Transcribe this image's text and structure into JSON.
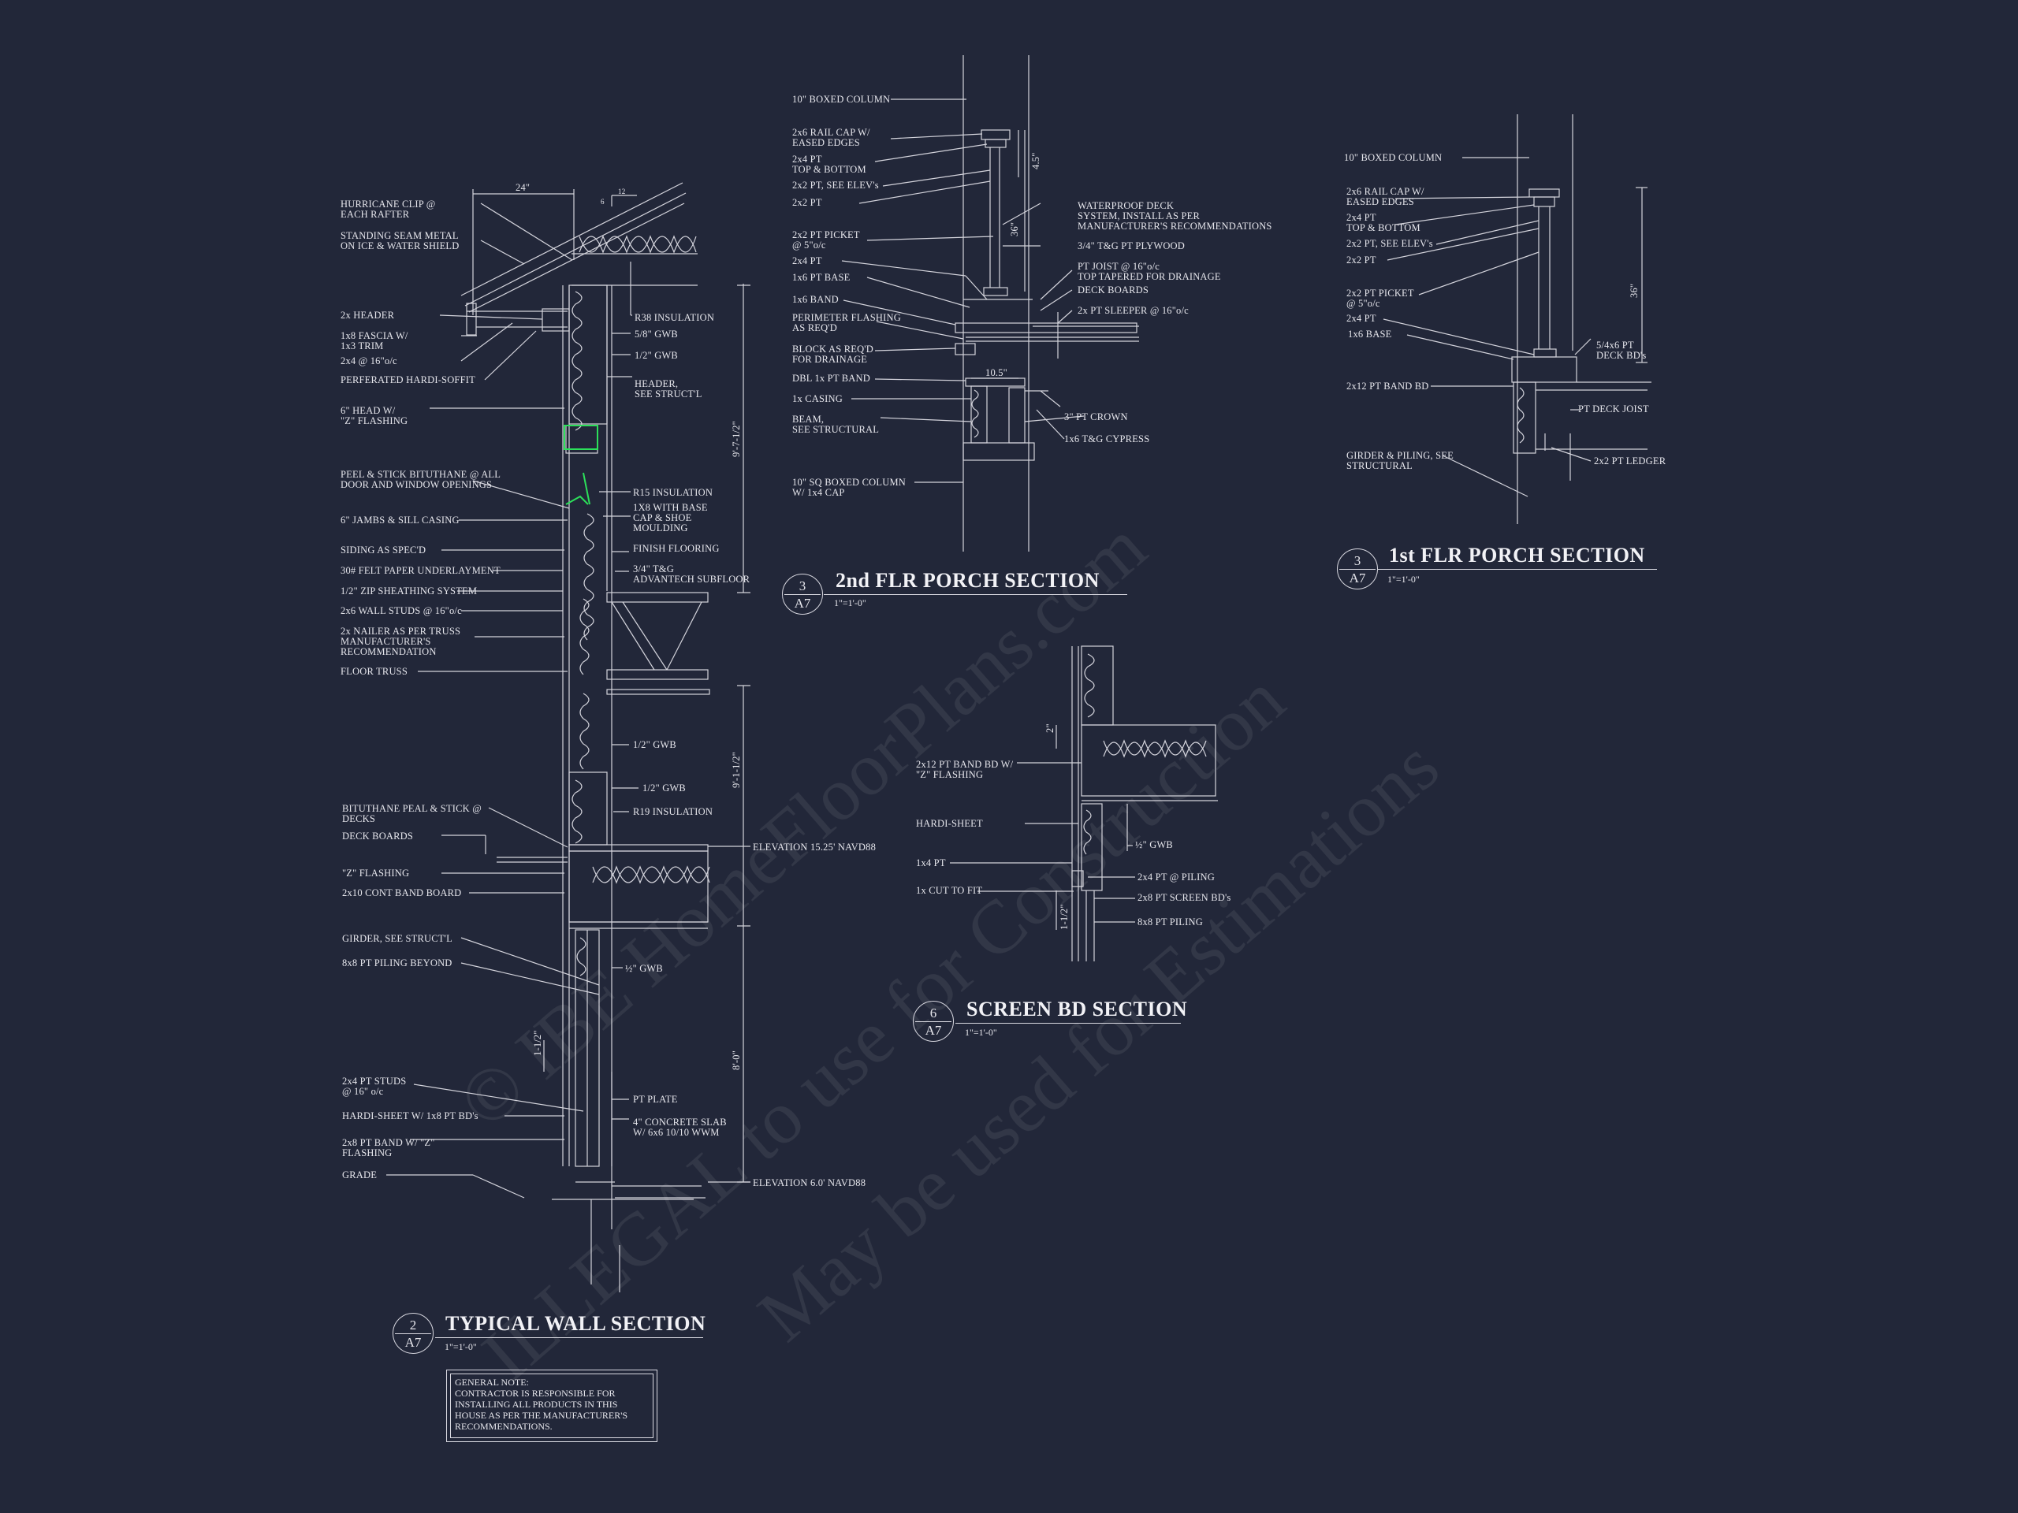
{
  "watermark": {
    "line1": "© IBE HomeFloorPlans.com",
    "line2": "ILLEGAL to use for Construction",
    "line3": "May be used for Estimations"
  },
  "typical_wall_section": {
    "bubble_num": "2",
    "bubble_sheet": "A7",
    "title": "TYPICAL WALL SECTION",
    "scale": "1\"=1'-0\"",
    "dims": {
      "overhang": "24\"",
      "upper": "9'-7-1/2\"",
      "lower": "9'-1-1/2\"",
      "base": "8'-0\"",
      "small": "1-1/2\"",
      "pitch_run": "12",
      "pitch_rise": "6"
    },
    "labels_left": [
      "HURRICANE CLIP @\nEACH RAFTER",
      "STANDING SEAM METAL\nON ICE & WATER SHIELD",
      "2x HEADER",
      "1x8 FASCIA W/\n1x3 TRIM",
      "2x4 @ 16\"o/c",
      "PERFERATED HARDI-SOFFIT",
      "6\" HEAD W/\n\"Z\" FLASHING",
      "PEEL & STICK BITUTHANE @ ALL\nDOOR AND WINDOW OPENINGS",
      "6\" JAMBS & SILL CASING",
      "SIDING AS SPEC'D",
      "30# FELT PAPER UNDERLAYMENT",
      "1/2\" ZIP SHEATHING SYSTEM",
      "2x6 WALL STUDS @ 16\"o/c",
      "2x NAILER AS PER TRUSS\nMANUFACTURER'S\nRECOMMENDATION",
      "FLOOR TRUSS",
      "BITUTHANE PEAL & STICK @\nDECKS",
      "DECK BOARDS",
      "\"Z\" FLASHING",
      "2x10 CONT BAND BOARD",
      "GIRDER, SEE STRUCT'L",
      "8x8 PT PILING BEYOND",
      "2x4 PT STUDS\n@ 16\" o/c",
      "HARDI-SHEET W/ 1x8 PT BD's",
      "2x8 PT BAND W/ \"Z\"\nFLASHING",
      "GRADE"
    ],
    "labels_right": [
      "R38 INSULATION",
      "5/8\" GWB",
      "1/2\" GWB",
      "HEADER,\nSEE STRUCT'L",
      "R15 INSULATION",
      "1X8 WITH BASE\nCAP & SHOE\nMOULDING",
      "FINISH FLOORING",
      "3/4\" T&G\nADVANTECH SUBFLOOR",
      "1/2\" GWB",
      "1/2\" GWB",
      "R19 INSULATION",
      "ELEVATION 15.25' NAVD88",
      "½\" GWB",
      "PT PLATE",
      "4\" CONCRETE SLAB\nW/ 6x6 10/10 WWM",
      "ELEVATION 6.0' NAVD88"
    ]
  },
  "general_note": "GENERAL NOTE:\nCONTRACTOR IS RESPONSIBLE FOR\nINSTALLING ALL PRODUCTS IN THIS\nHOUSE AS PER THE MANUFACTURER'S\nRECOMMENDATIONS.",
  "second_flr_porch": {
    "bubble_num": "3",
    "bubble_sheet": "A7",
    "title": "2nd FLR PORCH SECTION",
    "scale": "1\"=1'-0\"",
    "dims": {
      "cap": "4.5\"",
      "height": "36\"",
      "band": "10.5\""
    },
    "labels_left": [
      "10\" BOXED COLUMN",
      "2x6 RAIL CAP W/\nEASED EDGES",
      "2x4 PT\nTOP & BOTTOM",
      "2x2 PT, SEE ELEV's",
      "2x2 PT",
      "2x2 PT PICKET\n@ 5\"o/c",
      "2x4 PT",
      "1x6 PT BASE",
      "1x6 BAND",
      "PERIMETER FLASHING\nAS REQ'D",
      "BLOCK AS REQ'D\nFOR DRAINAGE",
      "DBL 1x PT BAND",
      "1x CASING",
      "BEAM,\nSEE STRUCTURAL",
      "10\" SQ BOXED COLUMN\nW/ 1x4 CAP"
    ],
    "labels_right": [
      "WATERPROOF DECK\nSYSTEM, INSTALL AS PER\nMANUFACTURER'S RECOMMENDATIONS",
      "3/4\" T&G PT PLYWOOD",
      "PT JOIST @ 16\"o/c\nTOP TAPERED FOR DRAINAGE",
      "DECK BOARDS",
      "2x PT SLEEPER @ 16\"o/c",
      "3\" PT CROWN",
      "1x6 T&G CYPRESS"
    ]
  },
  "first_flr_porch": {
    "bubble_num": "3",
    "bubble_sheet": "A7",
    "title": "1st FLR PORCH SECTION",
    "scale": "1\"=1'-0\"",
    "dims": {
      "height": "36\""
    },
    "labels_left": [
      "10\" BOXED COLUMN",
      "2x6 RAIL CAP W/\nEASED EDGES",
      "2x4 PT\nTOP & BOTTOM",
      "2x2 PT, SEE ELEV's",
      "2x2 PT",
      "2x2 PT PICKET\n@ 5\"o/c",
      "2x4 PT",
      "1x6 BASE",
      "2x12 PT BAND BD",
      "GIRDER & PILING, SEE\nSTRUCTURAL"
    ],
    "labels_right": [
      "5/4x6 PT\nDECK BD's",
      "PT DECK JOIST",
      "2x2 PT LEDGER"
    ]
  },
  "screen_bd_section": {
    "bubble_num": "6",
    "bubble_sheet": "A7",
    "title": "SCREEN BD SECTION",
    "scale": "1\"=1'-0\"",
    "dims": {
      "top": "2\"",
      "bottom": "1-1/2\""
    },
    "labels_left": [
      "2x12 PT BAND BD W/\n\"Z\" FLASHING",
      "HARDI-SHEET",
      "1x4 PT",
      "1x CUT TO FIT"
    ],
    "labels_right": [
      "½\" GWB",
      "2x4 PT @ PILING",
      "2x8 PT SCREEN BD's",
      "8x8 PT PILING"
    ]
  }
}
